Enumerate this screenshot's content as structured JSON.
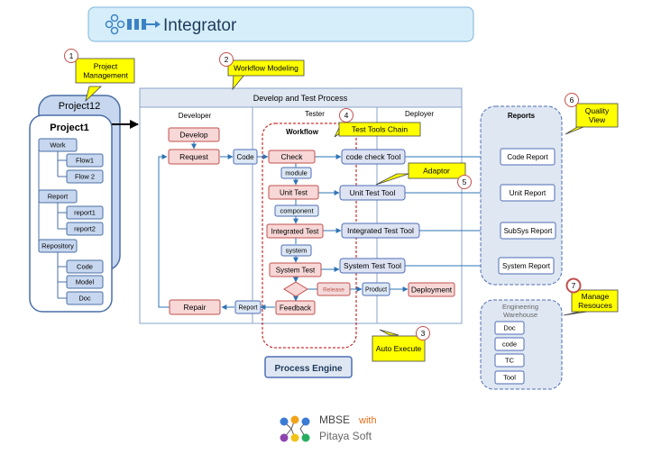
{
  "banner": {
    "title": "Integrator"
  },
  "callouts": [
    {
      "num": "1",
      "label": "Project Management"
    },
    {
      "num": "2",
      "label": "Workflow Modeling"
    },
    {
      "num": "3",
      "label": "Auto Execute"
    },
    {
      "num": "4",
      "label": "Test Tools Chain"
    },
    {
      "num": "5",
      "label": "Adaptor"
    },
    {
      "num": "6",
      "label": "Quality View"
    },
    {
      "num": "7",
      "label": "Manage Resouces"
    }
  ],
  "projects": {
    "outer_title": "Project12",
    "inner_title": "Project1",
    "groups": [
      {
        "name": "Work",
        "children": [
          "Flow1",
          "Flow 2"
        ]
      },
      {
        "name": "Report",
        "children": [
          "report1",
          "report2"
        ]
      },
      {
        "name": "Repository",
        "children": [
          "Code",
          "Model",
          "Doc"
        ]
      }
    ]
  },
  "process": {
    "title": "Develop and  Test Process",
    "lanes": [
      "Developer",
      "Tester",
      "Deployer"
    ],
    "workflow_label": "Workflow",
    "developer": {
      "develop": "Develop",
      "request": "Request",
      "repair": "Repair"
    },
    "links": {
      "code": "Code",
      "report": "Report",
      "product": "Product",
      "release": "Release"
    },
    "tester": {
      "check": "Check",
      "module": "module",
      "unit_test": "Unit Test",
      "component": "component",
      "integrated_test": "Integrated Test",
      "system": "system",
      "system_test": "System Test",
      "feedback": "Feedback"
    },
    "tools": [
      "code check Tool",
      "Unit Test Tool",
      "Integrated Test Tool",
      "System Test Tool"
    ],
    "deployment": "Deployment"
  },
  "engine": {
    "label": "Process Engine"
  },
  "reports": {
    "title": "Reports",
    "items": [
      "Code Report",
      "Unit Report",
      "SubSys Report",
      "System Report"
    ]
  },
  "warehouse": {
    "title": "Engineering Warehouse",
    "title_lines": [
      "Engineering",
      "Warehouse"
    ],
    "items": [
      "Doc",
      "code",
      "TC",
      "Tool"
    ]
  },
  "brand": {
    "name": "MBSE",
    "with": "with",
    "company": "Pitaya Soft"
  },
  "colors": {
    "node_fill": "#f8d7d7",
    "node_stroke": "#c0504d",
    "tool_fill": "#dde3f3",
    "tool_stroke": "#4f6eb4",
    "callout": "#ffff00",
    "banner": "#d6eefa",
    "arrow": "#2e74b5"
  }
}
